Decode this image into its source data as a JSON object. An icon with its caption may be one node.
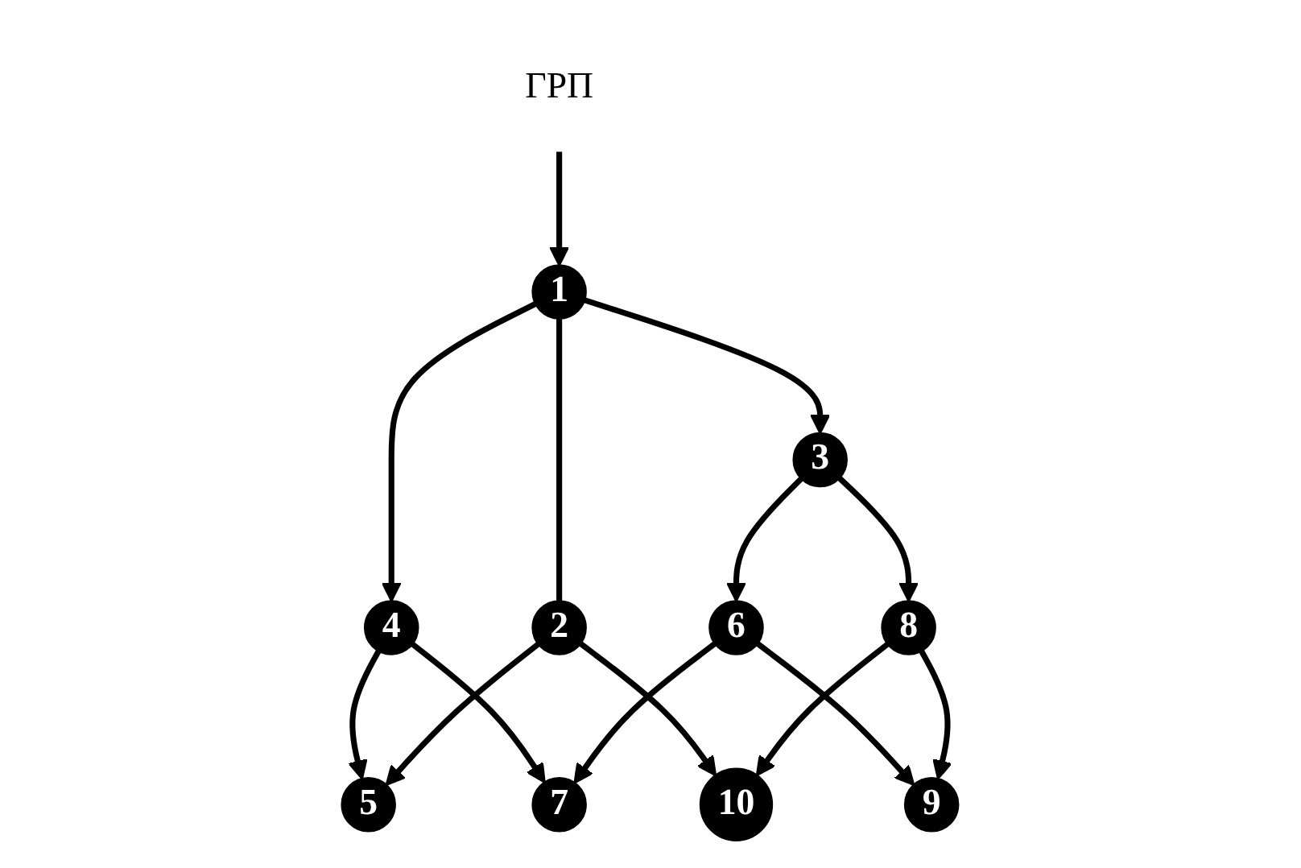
{
  "diagram": {
    "nodes": [
      {
        "text": [
          "1"
        ]
      },
      {
        "text": [
          "2"
        ]
      },
      {
        "text": [
          "3"
        ]
      },
      {
        "text": [
          "4"
        ]
      },
      {
        "text": [
          "5"
        ]
      },
      {
        "text": [
          "6"
        ]
      },
      {
        "text": [
          "7"
        ]
      },
      {
        "text": [
          "8"
        ]
      },
      {
        "text": [
          "9"
        ]
      },
      {
        "text": [
          "10"
        ]
      },
      {
        "text": [
          "ГРП"
        ]
      }
    ],
    "edges": [
      {
        "from": 10,
        "to": 0,
        "arrow": "to"
      },
      {
        "from": 0,
        "to": 3,
        "arrow": "to"
      },
      {
        "from": 3,
        "to": 4,
        "arrow": "to"
      },
      {
        "from": 3,
        "to": 6,
        "arrow": "to"
      },
      {
        "from": 0,
        "to": 1,
        "arrow": "none"
      },
      {
        "from": 1,
        "to": 4,
        "arrow": "to"
      },
      {
        "from": 1,
        "to": 9,
        "arrow": "to"
      },
      {
        "from": 0,
        "to": 2,
        "arrow": "to"
      },
      {
        "from": 2,
        "to": 5,
        "arrow": "to"
      },
      {
        "from": 5,
        "to": 6,
        "arrow": "to"
      },
      {
        "from": 5,
        "to": 8,
        "arrow": "to"
      },
      {
        "from": 2,
        "to": 7,
        "arrow": "to"
      },
      {
        "from": 7,
        "to": 8,
        "arrow": "to"
      },
      {
        "from": 7,
        "to": 9,
        "arrow": "to"
      }
    ]
  }
}
